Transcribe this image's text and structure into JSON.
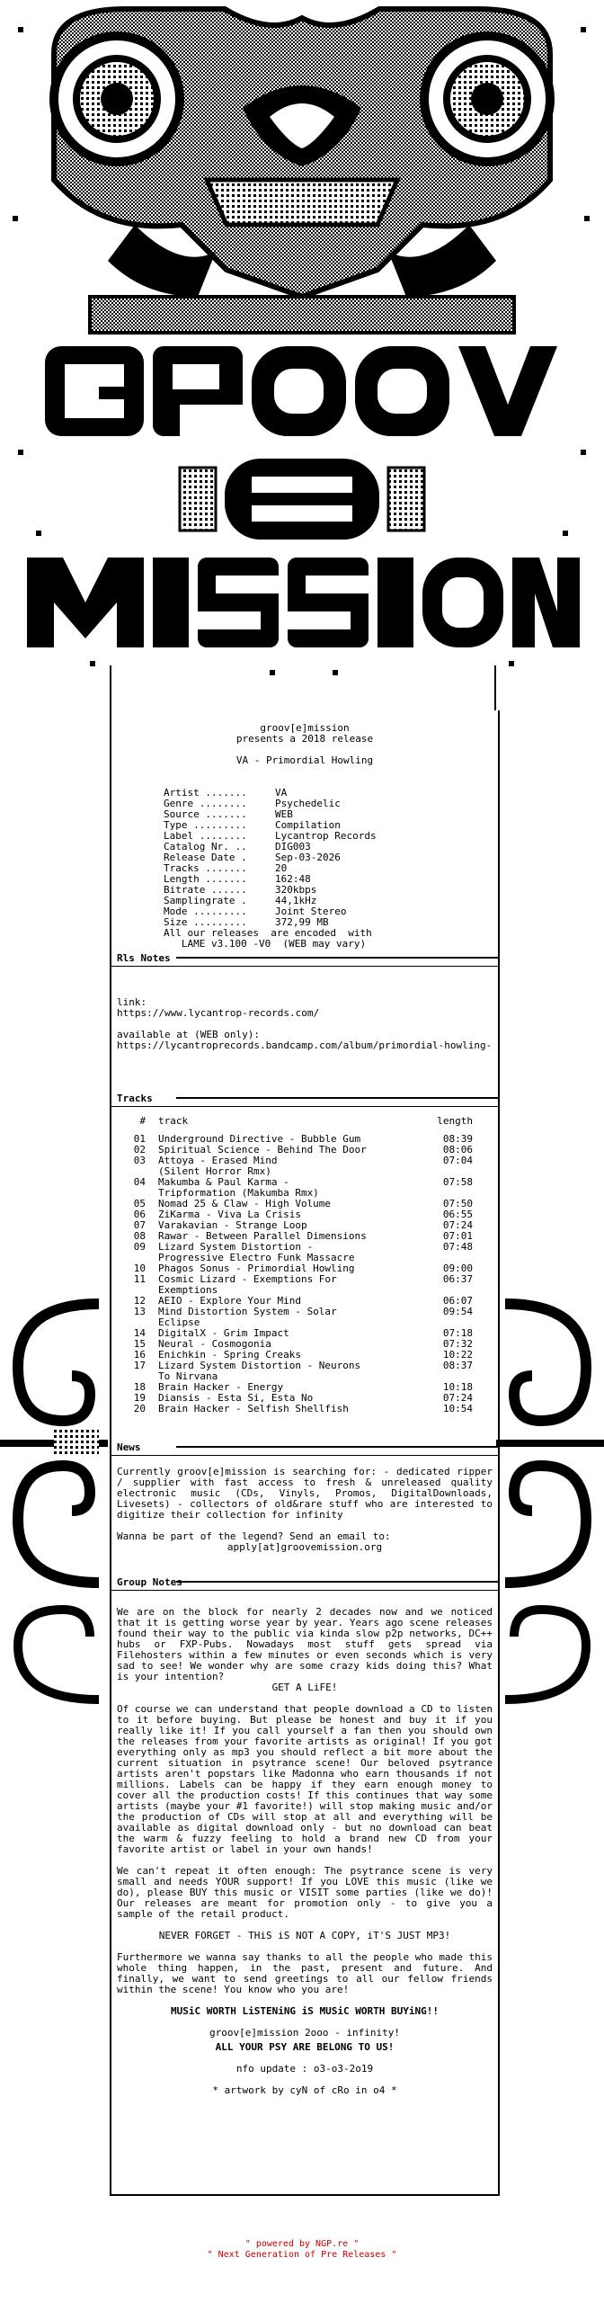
{
  "intro": {
    "line1": "groov[e]mission",
    "line2": "presents a 2018 release",
    "line3": "VA - Primordial Howling"
  },
  "info": [
    {
      "key": "Artist .......",
      "val": "VA"
    },
    {
      "key": "Genre ........",
      "val": "Psychedelic"
    },
    {
      "key": "Source .......",
      "val": "WEB"
    },
    {
      "key": "Type .........",
      "val": "Compilation"
    },
    {
      "key": "Label ........",
      "val": "Lycantrop Records"
    },
    {
      "key": "Catalog Nr. ..",
      "val": "DIG003"
    },
    {
      "key": "Release Date .",
      "val": "Sep-03-2026"
    },
    {
      "key": "Tracks .......",
      "val": "20"
    },
    {
      "key": "Length .......",
      "val": "162:48"
    },
    {
      "key": "Bitrate ......",
      "val": "320kbps"
    },
    {
      "key": "Samplingrate .",
      "val": "44,1kHz"
    },
    {
      "key": "Mode .........",
      "val": "Joint Stereo"
    },
    {
      "key": "Size .........",
      "val": "372,99 MB"
    }
  ],
  "encode_note_1": "All our releases  are encoded  with",
  "encode_note_2": "   LAME v3.100 -V0  (WEB may vary)",
  "sections": {
    "rls_notes": "Rls Notes",
    "tracks": "Tracks",
    "news": "News",
    "group_notes": "Group Notes"
  },
  "rls": {
    "link_label": "link:",
    "link_url": "https://www.lycantrop-records.com/",
    "avail_label": "available at (WEB only):",
    "avail_url": "https://lycantroprecords.bandcamp.com/album/primordial-howling-va"
  },
  "track_head": {
    "no": "#",
    "title": "track",
    "length": "length"
  },
  "tracks": [
    {
      "no": "01",
      "title": "Underground Directive - Bubble Gum",
      "len": "08:39"
    },
    {
      "no": "02",
      "title": "Spiritual Science - Behind The Door",
      "len": "08:06"
    },
    {
      "no": "03",
      "title": "Attoya - Erased Mind",
      "len": "07:04"
    },
    {
      "no": "",
      "title": "(Silent Horror Rmx)",
      "len": ""
    },
    {
      "no": "04",
      "title": "Makumba & Paul Karma -",
      "len": "07:58"
    },
    {
      "no": "",
      "title": "Tripformation (Makumba Rmx)",
      "len": ""
    },
    {
      "no": "05",
      "title": "Nomad 25 & Claw - High Volume",
      "len": "07:50"
    },
    {
      "no": "06",
      "title": "ZiKarma - Viva La Crisis",
      "len": "06:55"
    },
    {
      "no": "07",
      "title": "Varakavian - Strange Loop",
      "len": "07:24"
    },
    {
      "no": "08",
      "title": "Rawar - Between Parallel Dimensions",
      "len": "07:01"
    },
    {
      "no": "09",
      "title": "Lizard System Distortion -",
      "len": "07:48"
    },
    {
      "no": "",
      "title": "Progressive Electro Funk Massacre",
      "len": ""
    },
    {
      "no": "10",
      "title": "Phagos Sonus - Primordial Howling",
      "len": "09:00"
    },
    {
      "no": "11",
      "title": "Cosmic Lizard - Exemptions For",
      "len": "06:37"
    },
    {
      "no": "",
      "title": "Exemptions",
      "len": ""
    },
    {
      "no": "12",
      "title": "AEIO - Explore Your Mind",
      "len": "06:07"
    },
    {
      "no": "13",
      "title": "Mind Distortion System - Solar",
      "len": "09:54"
    },
    {
      "no": "",
      "title": "Eclipse",
      "len": ""
    },
    {
      "no": "14",
      "title": "DigitalX - Grim Impact",
      "len": "07:18"
    },
    {
      "no": "15",
      "title": "Neural - Cosmogonia",
      "len": "07:32"
    },
    {
      "no": "16",
      "title": "Enichkin - Spring Creaks",
      "len": "10:22"
    },
    {
      "no": "17",
      "title": "Lizard System Distortion - Neurons",
      "len": "08:37"
    },
    {
      "no": "",
      "title": "To Nirvana",
      "len": ""
    },
    {
      "no": "18",
      "title": "Brain Hacker - Energy",
      "len": "10:18"
    },
    {
      "no": "19",
      "title": "Diansis - Esta Si, Esta No",
      "len": "07:24"
    },
    {
      "no": "20",
      "title": "Brain Hacker - Selfish Shellfish",
      "len": "10:54"
    }
  ],
  "news": {
    "p1": "Currently  groov[e]mission  is  searching for: - dedicated  ripper / supplier  with  fast access to  fresh & unreleased quality  electronic  music (CDs, Vinyls, Promos, DigitalDownloads, Livesets) - collectors of old&rare stuff who are interested to   digitize  their   collection  for  infinity",
    "p2": "Wanna be part of the legend? Send  an  email  to:",
    "email": "apply[at]groovemission.org"
  },
  "group": {
    "p1": "We are on the block for nearly 2 decades now  and we noticed that it is getting worse year by year. Years ago scene releases found  their way to the public via kinda slow p2p networks, DC++ hubs  or FXP-Pubs.  Nowadays  most stuff  gets spread  via Filehosters within a few minutes  or even seconds which is very sad to see!  We wonder why are some crazy kids  doing this?   What is your intention?",
    "p1b": "GET A LiFE!",
    "p2": "Of course we can understand  that people download a CD to listen to it before buying. But please be honest and buy it  if you really like it!  If you call  yourself  a fan  then  you should  own  the releases from your favorite artists  as original! If  you  got  everything  only as mp3  you  should reflect  a bit more  about  the current situation in psytrance scene! Our beloved psytrance artists aren't  popstars like  Madonna who earn thousands if not millions. Labels can be happy if they earn enough  money to cover all the production  costs! If  this  continues that  way some artists (maybe your #1 favorite!) will stop making music  and/or the  production  of  CDs  will  stop  at  all  and everything will be available  as digital download only - but no download  can beat the warm & fuzzy feeling to hold a brand new CD from your favorite artist    or    label    in    your    own   hands!",
    "p3": "We can't  repeat it  often enough:  The psytrance scene  is very small  and needs  YOUR support! If you LOVE this music (like we do), please BUY this music  or  VISIT some parties  (like we do)!  Our releases are meant  for promotion  only - to give you   a   sample    of    the    retail    product.",
    "p4": "NEVER FORGET - THiS iS NOT A COPY, iT'S JUST MP3!",
    "p5": "Furthermore we wanna say thanks to all the people who made this  whole thing  happen,  in the past, present and future. And finally, we want to send greetings  to  all our fellow friends  within  the   scene!   You    know    who    you    are!",
    "p6": "MUSiC WORTH LiSTENiNG iS MUSiC WORTH BUYiNG!!",
    "p7": "groov[e]mission  2ooo - infinity!",
    "p8": "ALL YOUR PSY ARE BELONG TO US!",
    "p9": "nfo update : o3-o3-2o19",
    "p10": "* artwork by cyN of cRo in o4 *"
  },
  "footer": {
    "line1": "\" powered by NGP.re \"",
    "line2": "\" Next Generation of Pre Releases \""
  },
  "colors": {
    "accent": "#c40000",
    "ink": "#000000"
  }
}
